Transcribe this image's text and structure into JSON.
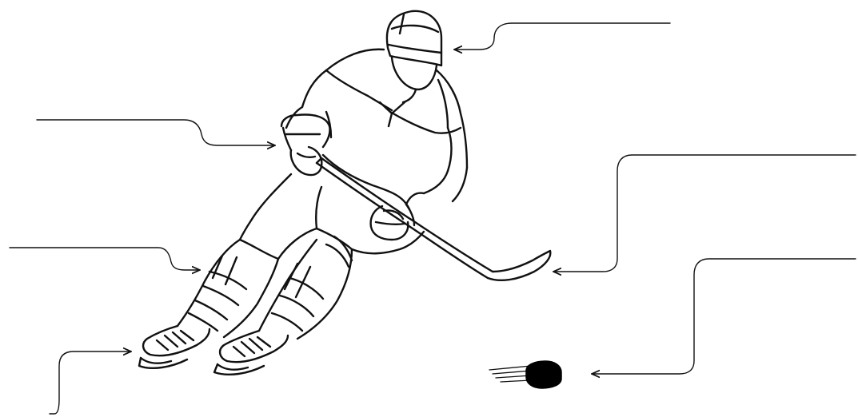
{
  "diagram": {
    "colors": {
      "background": "#ffffff",
      "ink": "#111111",
      "leader_line": "#111111",
      "puck_fill": "#000000"
    },
    "subject": "ice-hockey-player",
    "callouts": [
      {
        "id": "helmet",
        "label": ""
      },
      {
        "id": "glove",
        "label": ""
      },
      {
        "id": "shin-guard",
        "label": ""
      },
      {
        "id": "skate",
        "label": ""
      },
      {
        "id": "hockey-stick",
        "label": ""
      },
      {
        "id": "puck",
        "label": ""
      }
    ]
  }
}
